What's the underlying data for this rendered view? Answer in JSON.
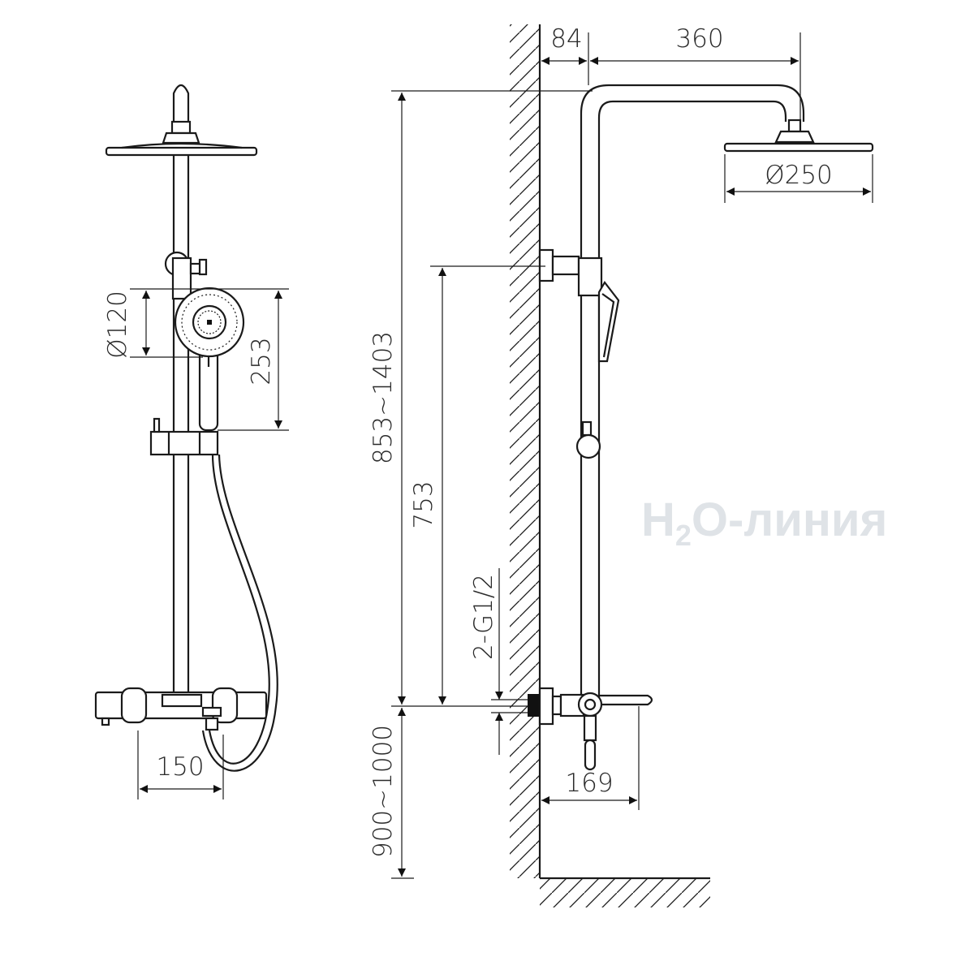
{
  "watermark": {
    "main": "H",
    "sub": "2",
    "rest": "O-линия"
  },
  "front_view": {
    "hand_shower_diameter": "Ø120",
    "hand_shower_height": "253",
    "inlet_spacing": "150"
  },
  "side_view": {
    "wall_offset": "84",
    "arm_length": "360",
    "head_diameter": "Ø250",
    "total_height": "853~1403",
    "bracket_height": "753",
    "inlet_thread": "2-G1/2",
    "spout_projection": "169",
    "install_height": "900~1000"
  },
  "colors": {
    "line": "#1a1a1a",
    "watermark": "#dfe3e7"
  }
}
